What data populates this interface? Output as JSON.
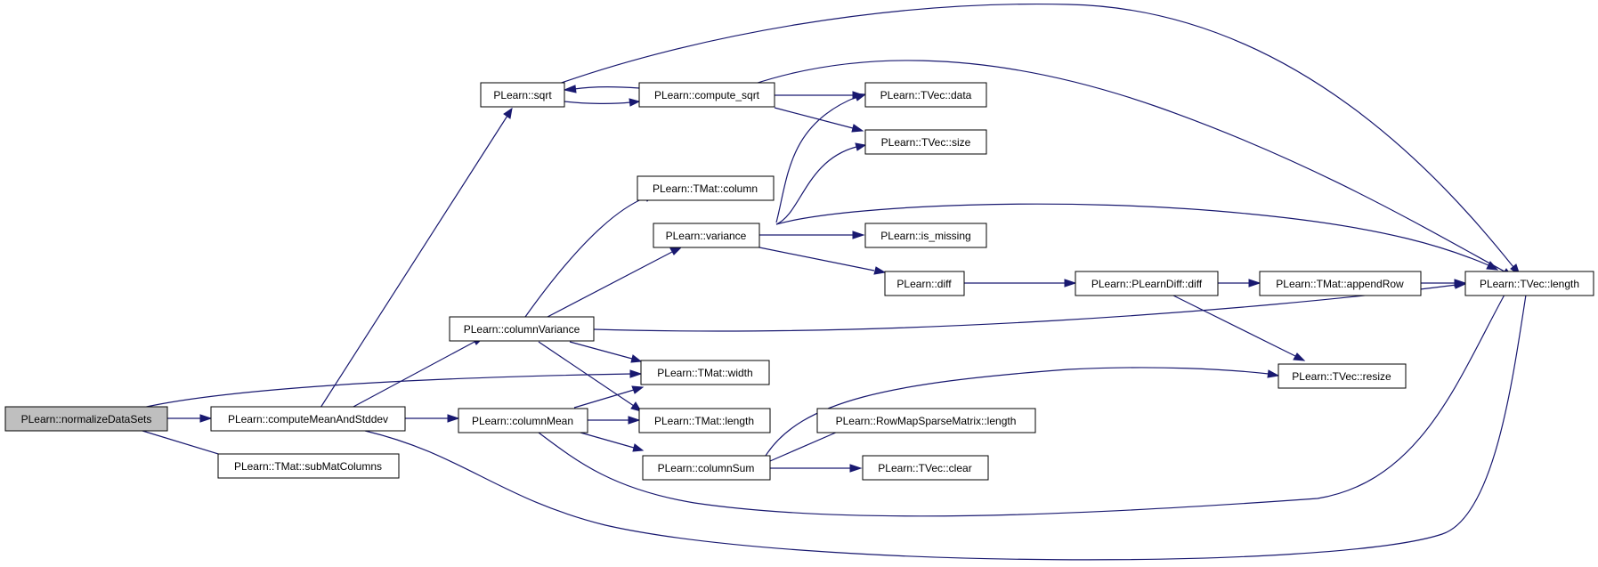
{
  "colors": {
    "edge": "#191970",
    "root_fill": "#bfbfbf",
    "node_fill": "#ffffff"
  },
  "nodes": {
    "normalizeDataSets": "PLearn::normalizeDataSets",
    "computeMeanAndStddev": "PLearn::computeMeanAndStddev",
    "subMatColumns": "PLearn::TMat::subMatColumns",
    "sqrt": "PLearn::sqrt",
    "compute_sqrt": "PLearn::compute_sqrt",
    "tvec_data": "PLearn::TVec::data",
    "tvec_size": "PLearn::TVec::size",
    "tmat_column": "PLearn::TMat::column",
    "variance": "PLearn::variance",
    "is_missing": "PLearn::is_missing",
    "diff": "PLearn::diff",
    "plearndiff_diff": "PLearn::PLearnDiff::diff",
    "appendRow": "PLearn::TMat::appendRow",
    "tvec_length": "PLearn::TVec::length",
    "columnVariance": "PLearn::columnVariance",
    "tmat_width": "PLearn::TMat::width",
    "tvec_resize": "PLearn::TVec::resize",
    "columnMean": "PLearn::columnMean",
    "tmat_length": "PLearn::TMat::length",
    "rowmap_length": "PLearn::RowMapSparseMatrix::length",
    "columnSum": "PLearn::columnSum",
    "tvec_clear": "PLearn::TVec::clear"
  }
}
